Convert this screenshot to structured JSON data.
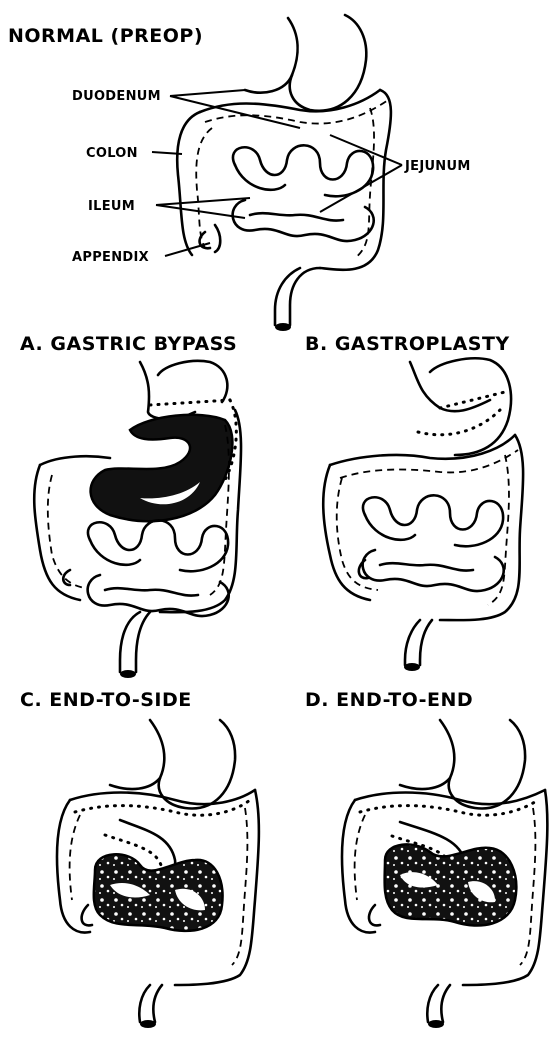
{
  "panels": {
    "normal": {
      "title": "NORMAL (PREOP)",
      "labels": {
        "duodenum": "DUODENUM",
        "colon": "COLON",
        "ileum": "ILEUM",
        "appendix": "APPENDIX",
        "jejunum": "JEJUNUM"
      }
    },
    "a": {
      "title": "A. GASTRIC BYPASS"
    },
    "b": {
      "title": "B. GASTROPLASTY"
    },
    "c": {
      "title": "C. END-TO-SIDE"
    },
    "d": {
      "title": "D. END-TO-END"
    }
  }
}
